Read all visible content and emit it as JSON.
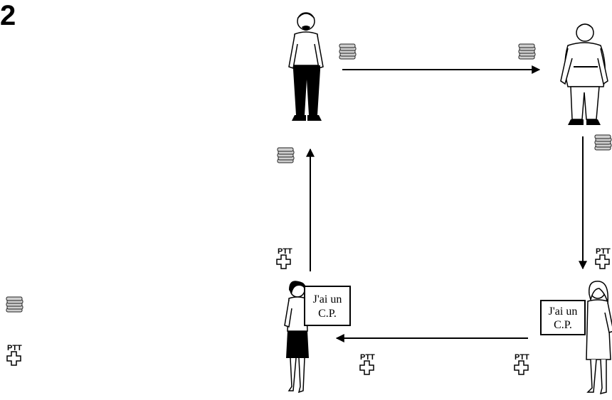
{
  "page_number": "2",
  "sign": {
    "line1": "J'ai un",
    "line2": "C.P."
  },
  "ptt_label": "PTT",
  "icons": {
    "coins": "coin-stack-icon",
    "ptt": "ptt-swiss-cross-icon",
    "arrow": "arrow-icon"
  }
}
